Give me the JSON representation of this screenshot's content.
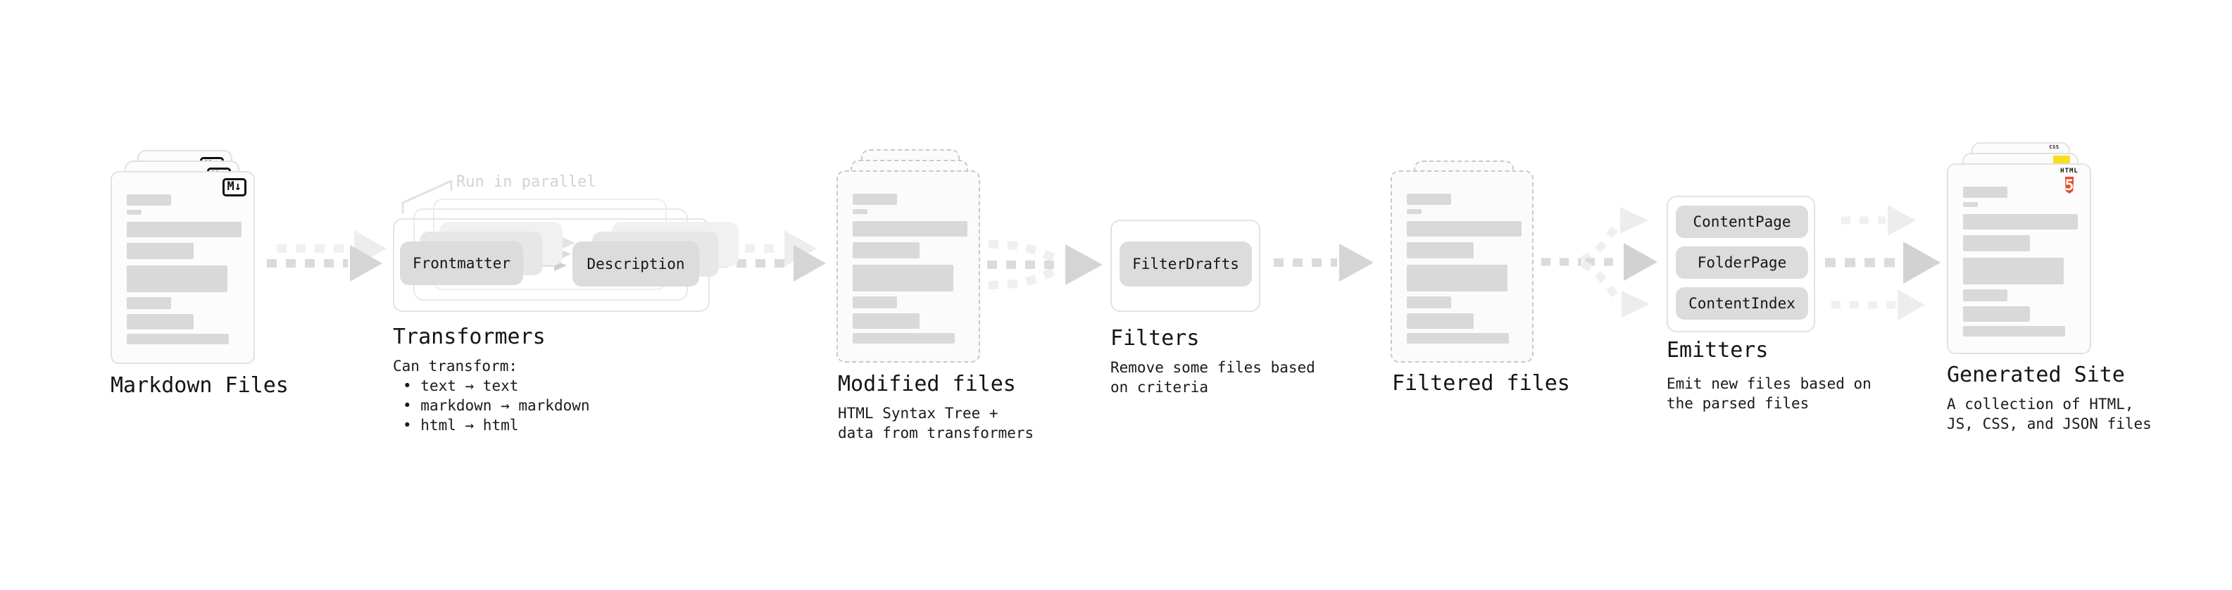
{
  "diagram": {
    "markdown": {
      "label": "Markdown Files",
      "badge": "M↓"
    },
    "transformers": {
      "note": "Run in parallel",
      "step1": "Frontmatter",
      "step2": "Description",
      "label": "Transformers",
      "desc_title": "Can transform:",
      "bullets": [
        "text → text",
        "markdown → markdown",
        "html → html"
      ]
    },
    "modified": {
      "label": "Modified files",
      "desc1": "HTML Syntax Tree +",
      "desc2": "data from transformers"
    },
    "filters": {
      "label": "Filters",
      "button": "FilterDrafts",
      "desc1": "Remove some files based",
      "desc2": "on criteria"
    },
    "filtered": {
      "label": "Filtered files"
    },
    "emitters": {
      "label": "Emitters",
      "buttons": [
        "ContentPage",
        "FolderPage",
        "ContentIndex"
      ],
      "desc1": "Emit new files based on",
      "desc2": "the parsed files"
    },
    "generated": {
      "label": "Generated Site",
      "desc1": "A collection of HTML,",
      "desc2": "JS, CSS, and JSON files",
      "css_badge": "CSS",
      "html_badge": "HTML",
      "html_num": "5"
    }
  },
  "colors": {
    "html5_orange": "#e44d26",
    "js_yellow": "#f7df1e",
    "css_blue": "#2d53e5",
    "arrow_dark": "#d5d5d5",
    "arrow_light": "#ededed"
  }
}
